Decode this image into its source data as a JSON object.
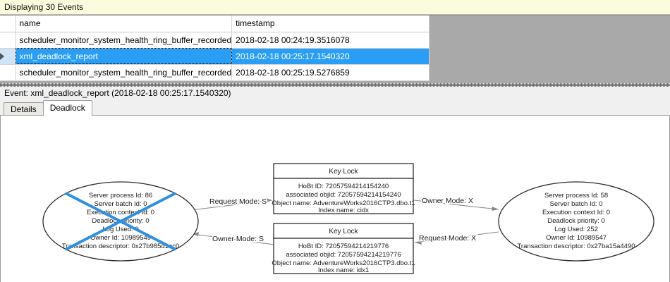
{
  "banner": {
    "text": "Displaying 30 Events"
  },
  "grid": {
    "columns": [
      "name",
      "timestamp"
    ],
    "rows": [
      {
        "selector": "",
        "name": "scheduler_monitor_system_health_ring_buffer_recorded",
        "timestamp": "2018-02-18 00:24:19.3516078",
        "selected": false
      },
      {
        "selector": "row-select-arrow",
        "name": "xml_deadlock_report",
        "timestamp": "2018-02-18 00:25:17.1540320",
        "selected": true
      },
      {
        "selector": "",
        "name": "scheduler_monitor_system_health_ring_buffer_recorded",
        "timestamp": "2018-02-18 00:25:19.5276859",
        "selected": false
      }
    ]
  },
  "event_header": {
    "text": "Event: xml_deadlock_report (2018-02-18 00:25:17.1540320)"
  },
  "tabs": [
    {
      "label": "Details",
      "active": false
    },
    {
      "label": "Deadlock",
      "active": true
    }
  ],
  "deadlock_graph": {
    "victim_process": {
      "is_victim": true,
      "lines": [
        "Server process Id: 86",
        "Server batch Id: 0",
        "Execution context Id: 0",
        "Deadlock priority: 0",
        "Log Used: 0",
        "Owner Id: 10989549",
        "Transaction descriptor: 0x27b985d1ac0"
      ]
    },
    "surviving_process": {
      "is_victim": false,
      "lines": [
        "Server process Id: 58",
        "Server batch Id: 0",
        "Execution context Id: 0",
        "Deadlock priority: 0",
        "Log Used: 252",
        "Owner Id: 10989547",
        "Transaction descriptor: 0x27ba15a4490"
      ]
    },
    "resources": [
      {
        "title": "Key Lock",
        "lines": [
          "HoBt ID: 72057594214154240",
          "associated objid: 72057594214154240",
          "Object name: AdventureWorks2016CTP3.dbo.t1",
          "Index name: cidx"
        ]
      },
      {
        "title": "Key Lock",
        "lines": [
          "HoBt ID: 72057594214219776",
          "associated objid: 72057594214219776",
          "Object name: AdventureWorks2016CTP3.dbo.t1",
          "Index name: idx1"
        ]
      }
    ],
    "edges": [
      {
        "label": "Request Mode: S",
        "from": "victim_process",
        "to": "resource_0"
      },
      {
        "label": "Owner Mode: S",
        "from": "resource_1",
        "to": "victim_process"
      },
      {
        "label": "Owner Mode: X",
        "from": "resource_0",
        "to": "surviving_process"
      },
      {
        "label": "Request Mode: X",
        "from": "surviving_process",
        "to": "resource_1"
      }
    ],
    "colors": {
      "victim_cross": "#2f8fe0",
      "node_outline": "#2b2b2b",
      "edge": "#8a8a8a",
      "box_outline": "#1a1a1a"
    }
  }
}
